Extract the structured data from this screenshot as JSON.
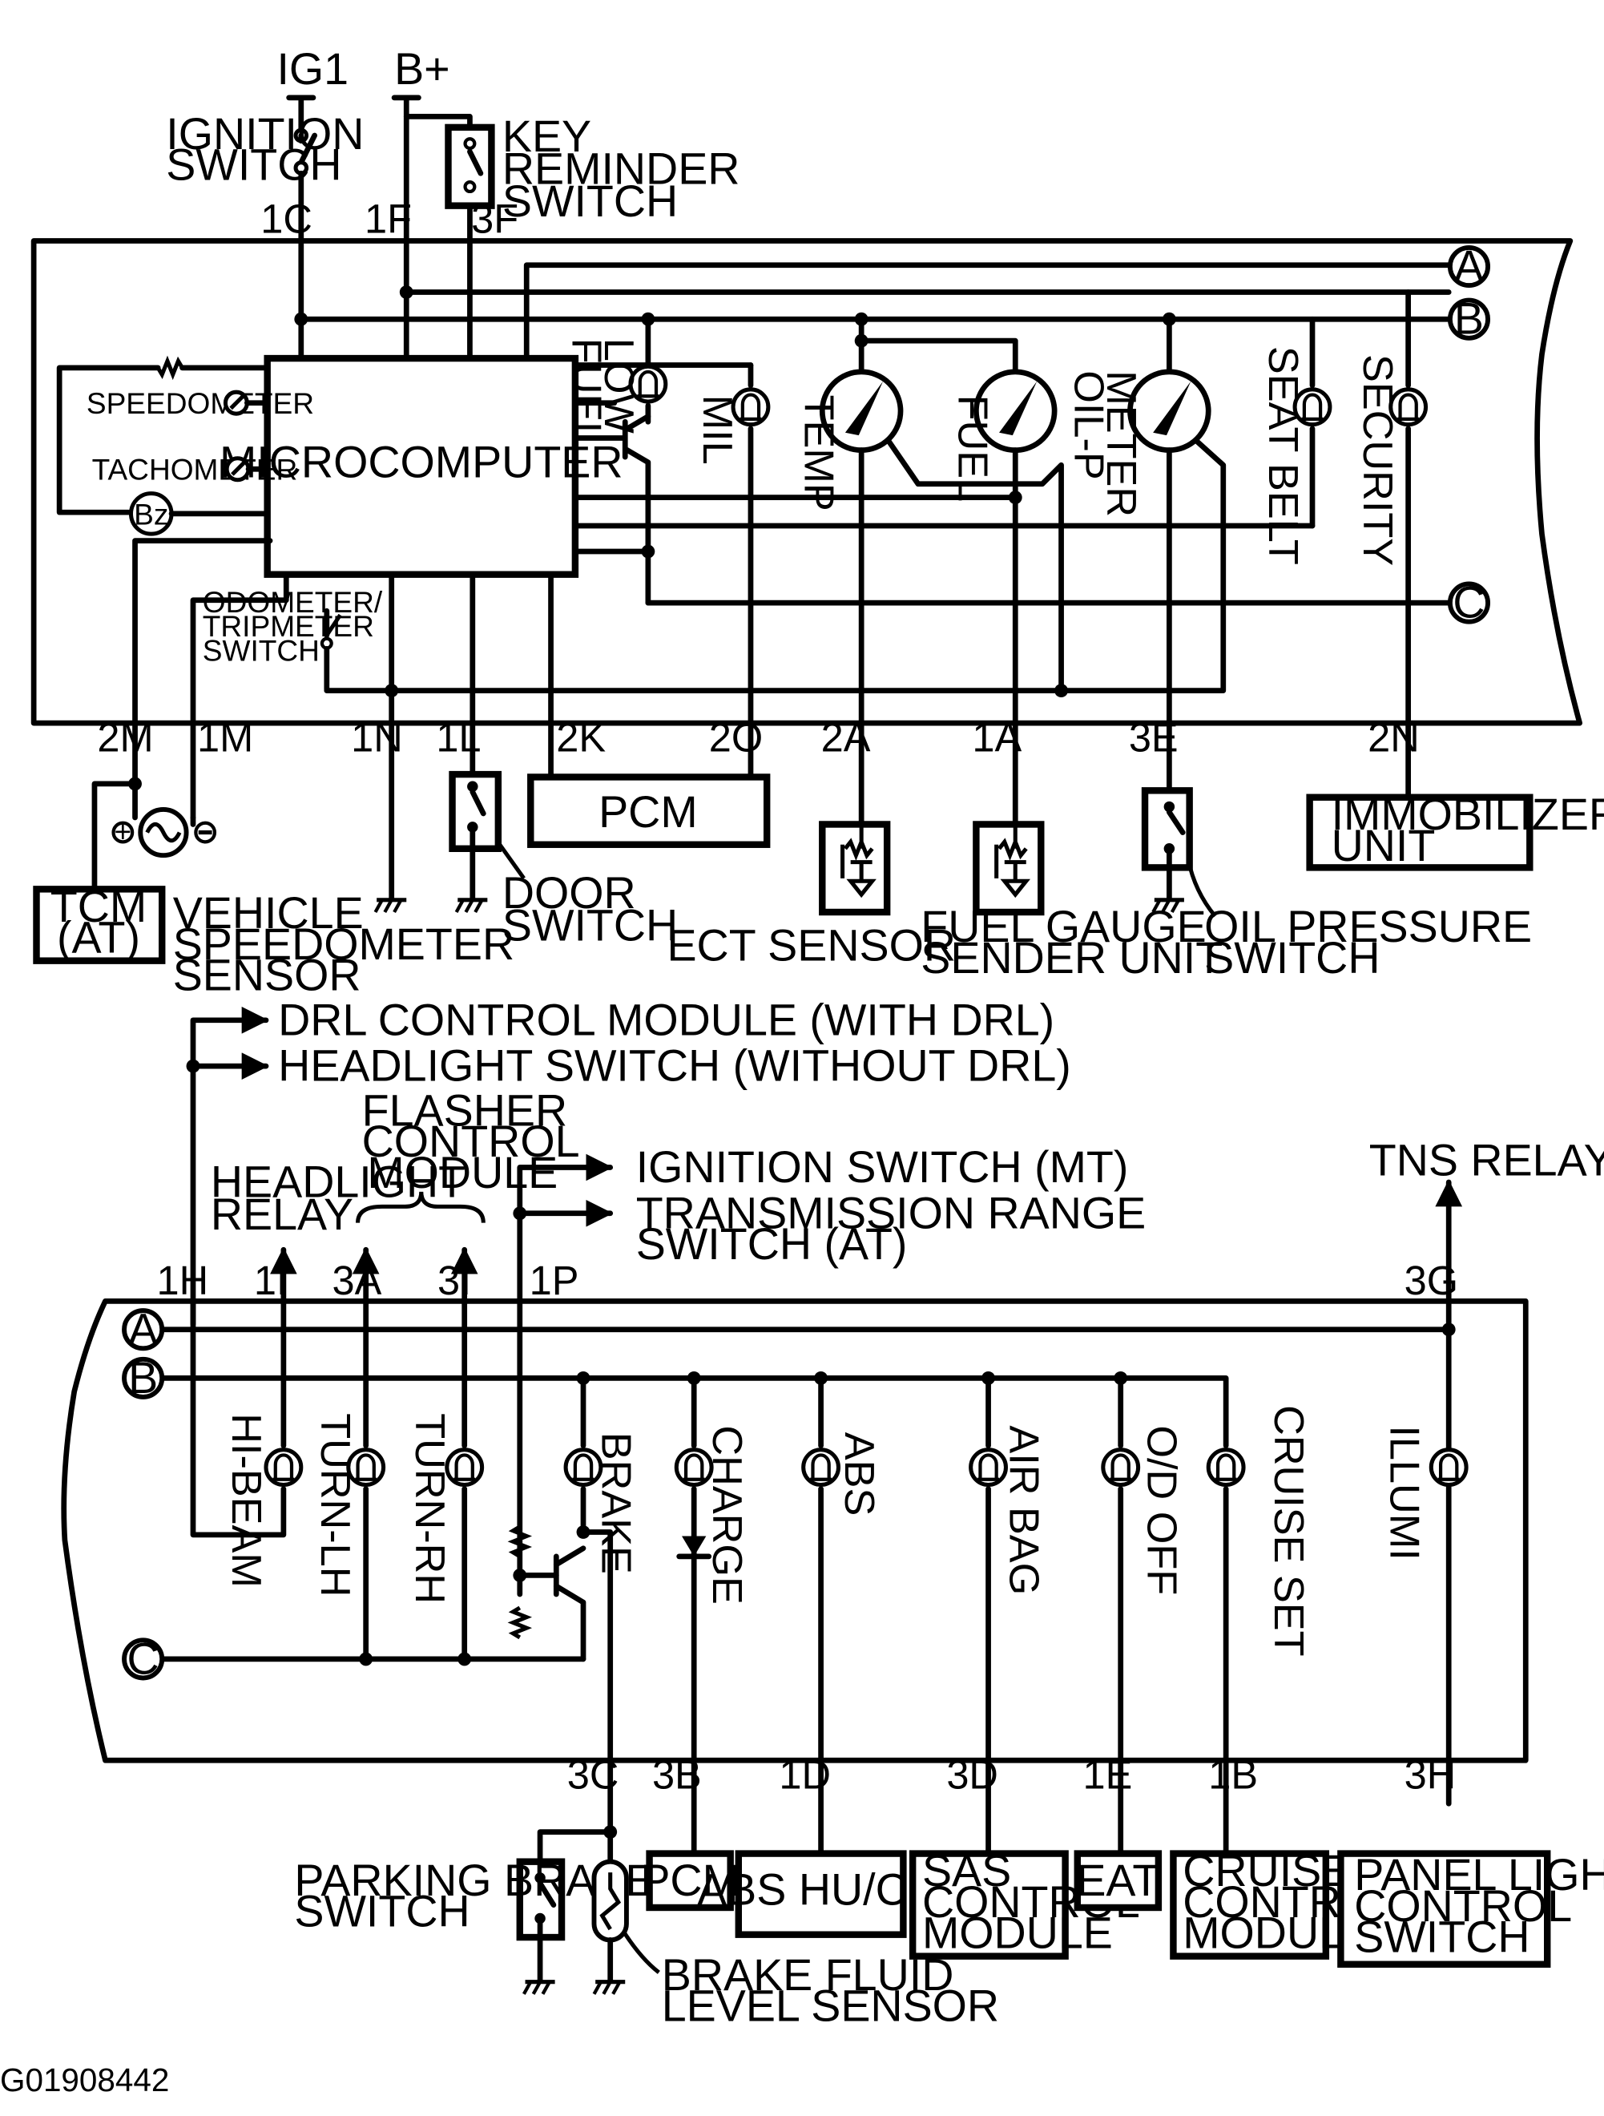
{
  "figure_id": "G01908442",
  "power": {
    "ig1": "IG1",
    "bplus": "B+"
  },
  "switches": {
    "ignition": [
      "IGNITION",
      "SWITCH"
    ],
    "key_reminder": [
      "KEY",
      "REMINDER",
      "SWITCH"
    ],
    "odometer": [
      "ODOMETER/",
      "TRIPMETER",
      "SWITCH"
    ]
  },
  "cluster_top": {
    "microcomputer": "MICROCOMPUTER",
    "speedometer": "SPEEDOMETER",
    "tachometer": "TACHOMETER",
    "buzzer": "Bz",
    "indicators": {
      "fuel_low": [
        "FUEL",
        "LOW"
      ],
      "mil": "MIL",
      "temp": "TEMP",
      "fuel": "FUEL",
      "oil_p": [
        "OIL-P",
        "METER"
      ],
      "seat_belt": "SEAT BELT",
      "security": "SECURITY"
    }
  },
  "connectors": {
    "a": "A",
    "b": "B",
    "c": "C"
  },
  "pins_top": {
    "p1c": "1C",
    "p1f": "1F",
    "p3f": "3F",
    "p2m": "2M",
    "p1m": "1M",
    "p1n": "1N",
    "p1l": "1L",
    "p2k": "2K",
    "p2o": "2O",
    "p2a": "2A",
    "p1a": "1A",
    "p3e": "3E",
    "p2n": "2N"
  },
  "components_top": {
    "pcm": "PCM",
    "immobilizer": [
      "IMMOBILIZER",
      "UNIT"
    ],
    "tcm": [
      "TCM",
      "(AT)"
    ],
    "vss": [
      "VEHICLE",
      "SPEEDOMETER",
      "SENSOR"
    ],
    "door": [
      "DOOR",
      "SWITCH"
    ],
    "ect": "ECT SENSOR",
    "fuel_sender": [
      "FUEL GAUGE",
      "SENDER UNIT"
    ],
    "oil_sw": [
      "OIL PRESSURE",
      "SWITCH"
    ]
  },
  "middle": {
    "drl": "DRL CONTROL MODULE (WITH DRL)",
    "headlight_sw": "HEADLIGHT SWITCH (WITHOUT DRL)",
    "flasher": [
      "FLASHER",
      "CONTROL",
      "MODULE"
    ],
    "headlight_relay": [
      "HEADLIGHT",
      "RELAY"
    ],
    "ign_mt": "IGNITION SWITCH (MT)",
    "trans_range": [
      "TRANSMISSION RANGE",
      "SWITCH (AT)"
    ],
    "tns": "TNS RELAY"
  },
  "pins_bottom": {
    "p1h": "1H",
    "p1i": "1I",
    "p3a": "3A",
    "p3i": "3I",
    "p1p": "1P",
    "p3g": "3G",
    "p3c": "3C",
    "p3b": "3B",
    "p1d": "1D",
    "p3d": "3D",
    "p1e": "1E",
    "p1b": "1B",
    "p3h": "3H"
  },
  "indicators_bottom": {
    "hibeam": "HI-BEAM",
    "turn_lh": "TURN-LH",
    "turn_rh": "TURN-RH",
    "brake": "BRAKE",
    "charge": "CHARGE",
    "abs": "ABS",
    "airbag": "AIR BAG",
    "od_off": "O/D OFF",
    "cruise_set": "CRUISE SET",
    "illumi": "ILLUMI"
  },
  "components_bottom": {
    "parking_brake": [
      "PARKING BRAKE",
      "SWITCH"
    ],
    "brake_fluid": [
      "BRAKE FLUID",
      "LEVEL SENSOR"
    ],
    "pcm": "PCM",
    "abs_hucm": "ABS HU/CM",
    "sas": [
      "SAS",
      "CONTROL",
      "MODULE"
    ],
    "eat": "EAT",
    "cruise": [
      "CRUISE",
      "CONTROL",
      "MODULE"
    ],
    "panel": [
      "PANEL LIGHT",
      "CONTROL",
      "SWITCH"
    ]
  }
}
